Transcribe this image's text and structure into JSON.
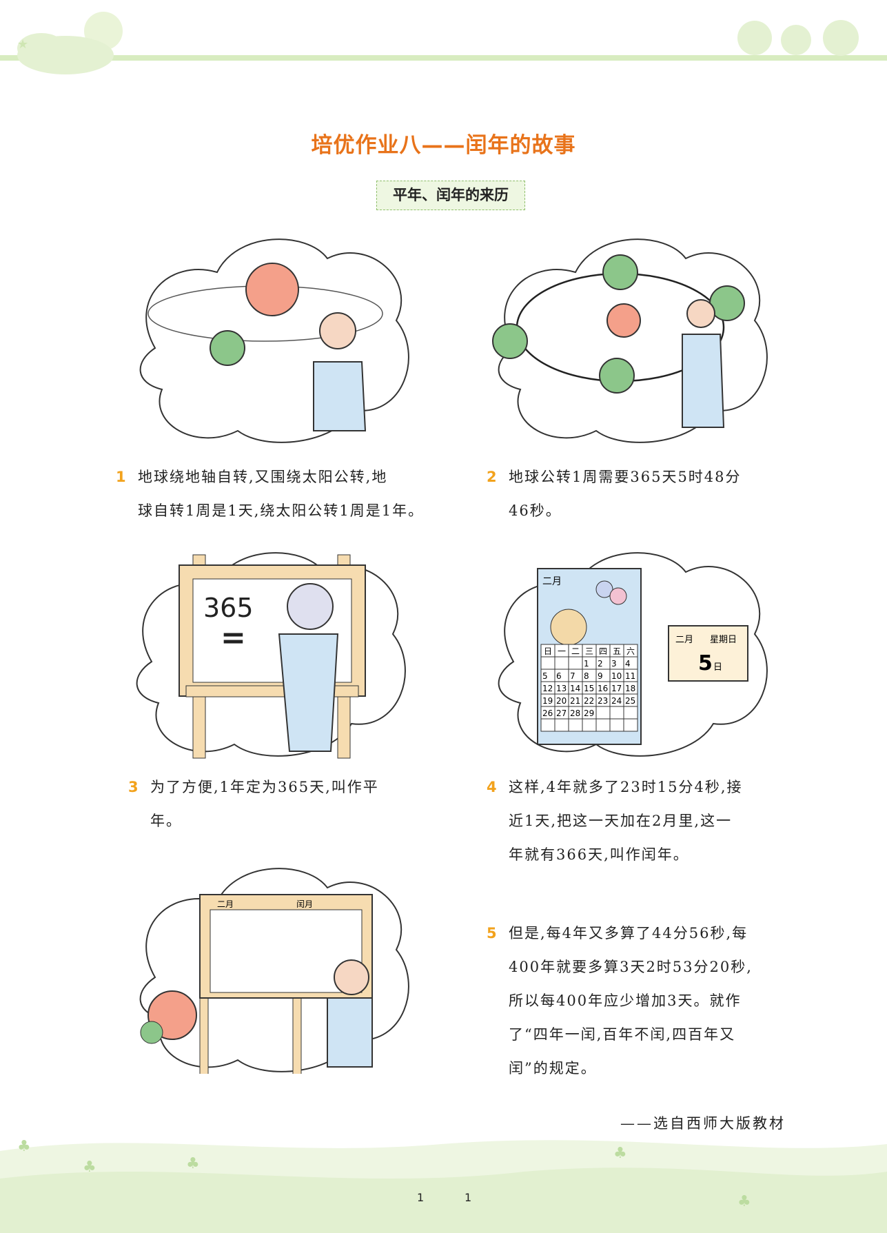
{
  "title": "培优作业八——闰年的故事",
  "subtitle": "平年、闰年的来历",
  "items": [
    {
      "num": "1",
      "lines": [
        "地球绕地轴自转,又围绕太阳公转,地",
        "球自转1周是1天,绕太阳公转1周是1年。"
      ]
    },
    {
      "num": "2",
      "lines": [
        "地球公转1周需要365天5时48分",
        "46秒。"
      ]
    },
    {
      "num": "3",
      "lines": [
        "为了方便,1年定为365天,叫作平",
        "年。"
      ]
    },
    {
      "num": "4",
      "lines": [
        "这样,4年就多了23时15分4秒,接",
        "近1天,把这一天加在2月里,这一",
        "年就有366天,叫作闰年。"
      ]
    },
    {
      "num": "5",
      "lines": [
        "但是,每4年又多算了44分56秒,每",
        "400年就要多算3天2时53分20秒,",
        "所以每400年应少增加3天。就作",
        "了“四年一闰,百年不闰,四百年又",
        "闰”的规定。"
      ]
    }
  ],
  "illustrations": {
    "board_number": "365",
    "board_equals": "=",
    "calendar_month": "二月",
    "calendar_weekdays": [
      "日",
      "一",
      "二",
      "三",
      "四",
      "五",
      "六"
    ],
    "calendar_days": 29,
    "calendar_first_weekday": 3,
    "desk_calendar_month": "二月",
    "desk_calendar_weekday": "星期日",
    "desk_calendar_day": "5",
    "desk_calendar_day_unit": "日",
    "leap_board_month": "二月",
    "leap_board_label": "闰月"
  },
  "credit": "——选自西师大版教材",
  "page_numbers": [
    "1",
    "1"
  ],
  "colors": {
    "accent": "#e8731a",
    "number": "#f2a21c",
    "green": "#d8ecc0"
  }
}
